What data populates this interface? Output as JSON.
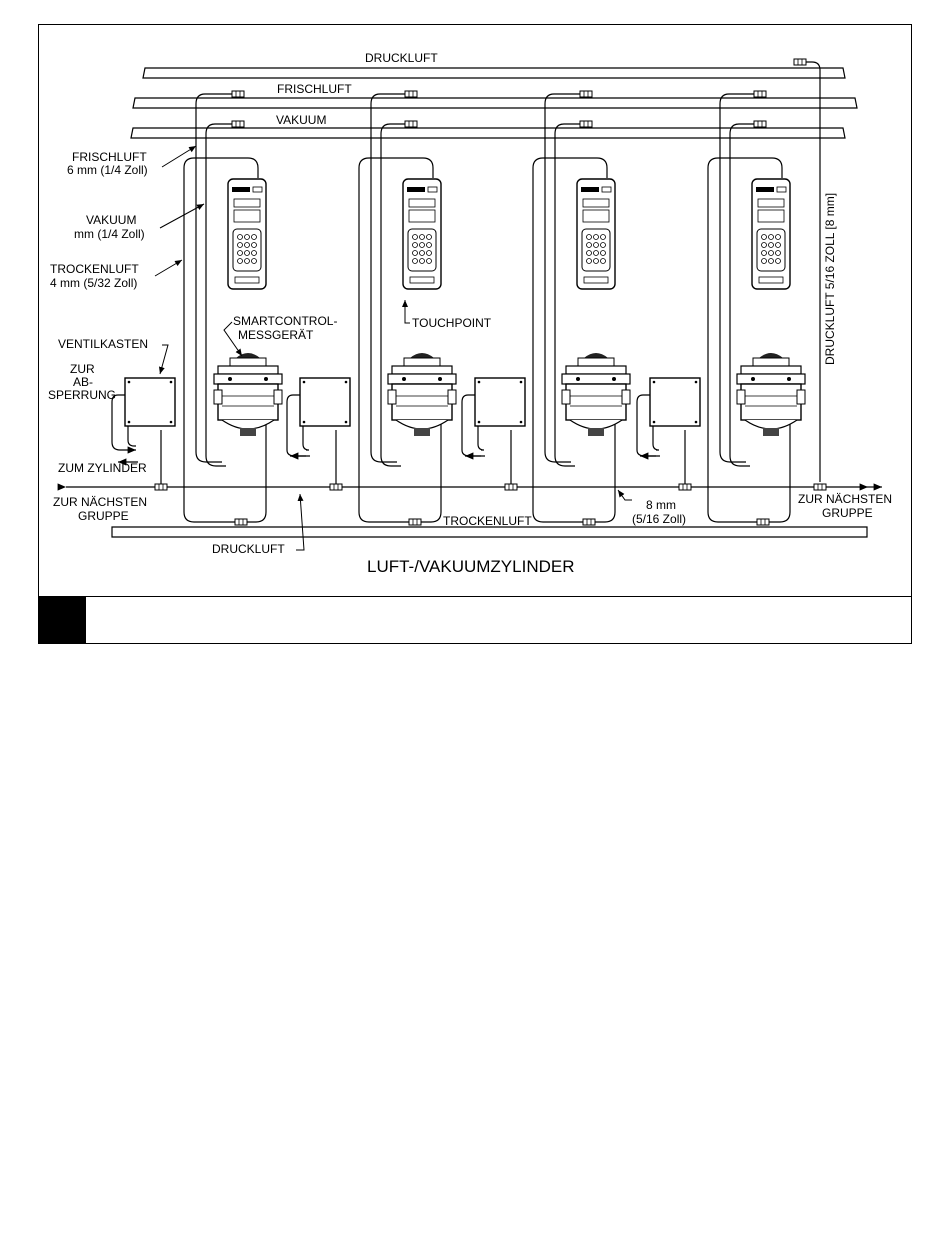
{
  "labels": {
    "druckluft_top": "DRUCKLUFT",
    "frischluft_top": "FRISCHLUFT",
    "vakuum_top": "VAKUUM",
    "frischluft_left_1": "FRISCHLUFT",
    "frischluft_left_2": "6 mm (1/4 Zoll)",
    "vakuum_left_1": "VAKUUM",
    "vakuum_left_2": "mm (1/4 Zoll)",
    "trockenluft_left_1": "TROCKENLUFT",
    "trockenluft_left_2": "4 mm (5/32 Zoll)",
    "smartcontrol_1": "SMARTCONTROL-",
    "smartcontrol_2": "MESSGERÄT",
    "touchpoint": "TOUCHPOINT",
    "ventilkasten": "VENTILKASTEN",
    "zur_absperrung_1": "ZUR",
    "zur_absperrung_2": "AB-",
    "zur_absperrung_3": "SPERRUNG",
    "zum_zylinder": "ZUM ZYLINDER",
    "zur_naechsten_left_1": "ZUR NÄCHSTEN",
    "zur_naechsten_left_2": "GRUPPE",
    "zur_naechsten_right_1": "ZUR NÄCHSTEN",
    "zur_naechsten_right_2": "GRUPPE",
    "trockenluft_bottom": "TROCKENLUFT",
    "eight_mm_1": "8 mm",
    "eight_mm_2": "(5/16 Zoll)",
    "druckluft_bottom": "DRUCKLUFT",
    "druckluft_vertical": "DRUCKLUFT 5/16 ZOLL [8 mm]",
    "caption": "LUFT-/VAKUUMZYLINDER"
  }
}
